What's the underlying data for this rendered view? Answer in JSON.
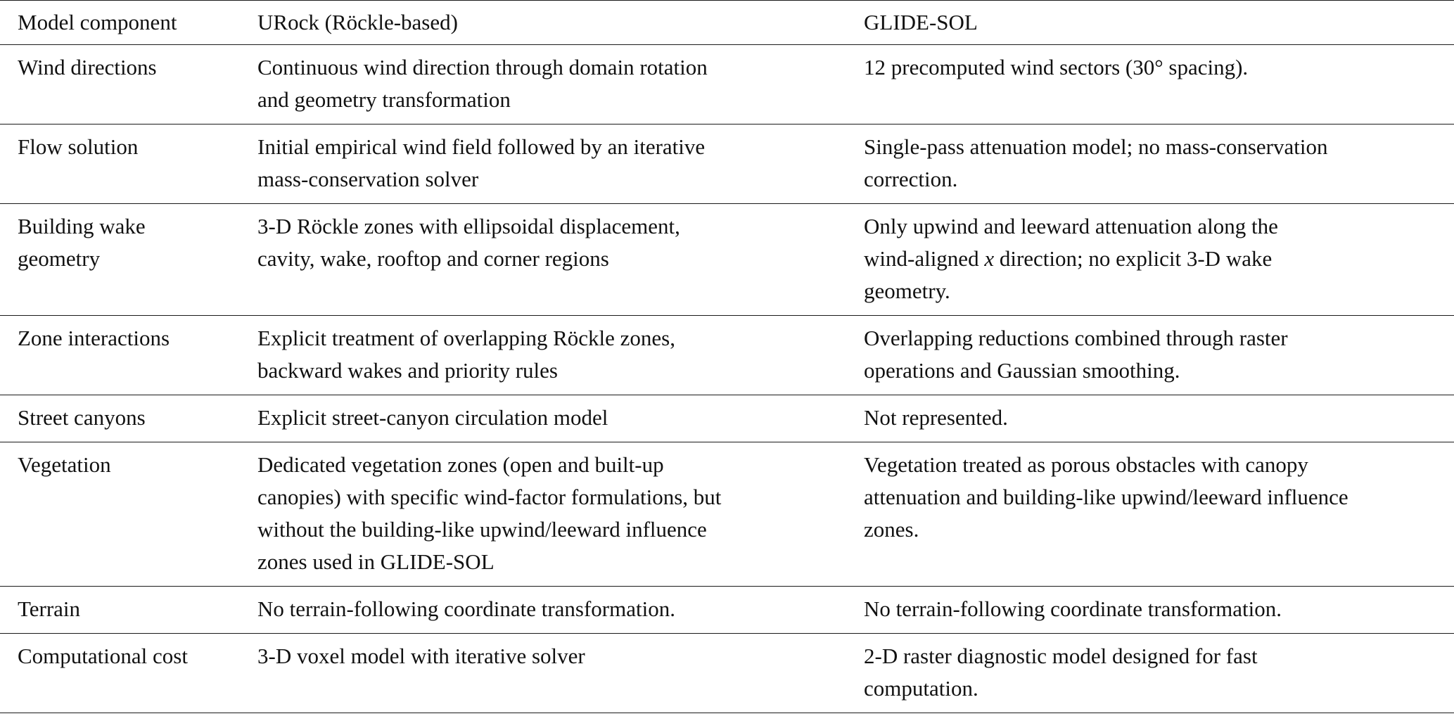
{
  "table": {
    "headers": [
      "Model component",
      "URock (Röckle-based)",
      "GLIDE-SOL"
    ],
    "rows": [
      {
        "component": "Wind directions",
        "urock": "Continuous wind direction through domain rotation\nand geometry transformation",
        "glide": "12 precomputed wind sectors (30° spacing)."
      },
      {
        "component": "Flow solution",
        "urock": "Initial empirical wind field followed by an iterative\nmass-conservation solver",
        "glide": "Single-pass attenuation model; no mass-conservation\ncorrection."
      },
      {
        "component": "Building wake\ngeometry",
        "urock": "3-D Röckle zones with ellipsoidal displacement,\ncavity, wake, rooftop and corner regions",
        "glide_pre": "Only upwind and leeward attenuation along the\nwind-aligned ",
        "glide_var": "x",
        "glide_post": " direction; no explicit 3-D wake\ngeometry."
      },
      {
        "component": "Zone interactions",
        "urock": "Explicit treatment of overlapping Röckle zones,\nbackward wakes and priority rules",
        "glide": "Overlapping reductions combined through raster\noperations and Gaussian smoothing."
      },
      {
        "component": "Street canyons",
        "urock": "Explicit street-canyon circulation model",
        "glide": "Not represented."
      },
      {
        "component": "Vegetation",
        "urock": "Dedicated vegetation zones (open and built-up\ncanopies) with specific wind-factor formulations, but\nwithout the building-like upwind/leeward influence\nzones used in GLIDE-SOL",
        "glide": "Vegetation treated as porous obstacles with canopy\nattenuation and building-like upwind/leeward influence\nzones."
      },
      {
        "component": "Terrain",
        "urock": "No terrain-following coordinate transformation.",
        "glide": "No terrain-following coordinate transformation."
      },
      {
        "component": "Computational cost",
        "urock": "3-D voxel model with iterative solver",
        "glide": "2-D raster diagnostic model designed for fast\ncomputation."
      }
    ]
  }
}
